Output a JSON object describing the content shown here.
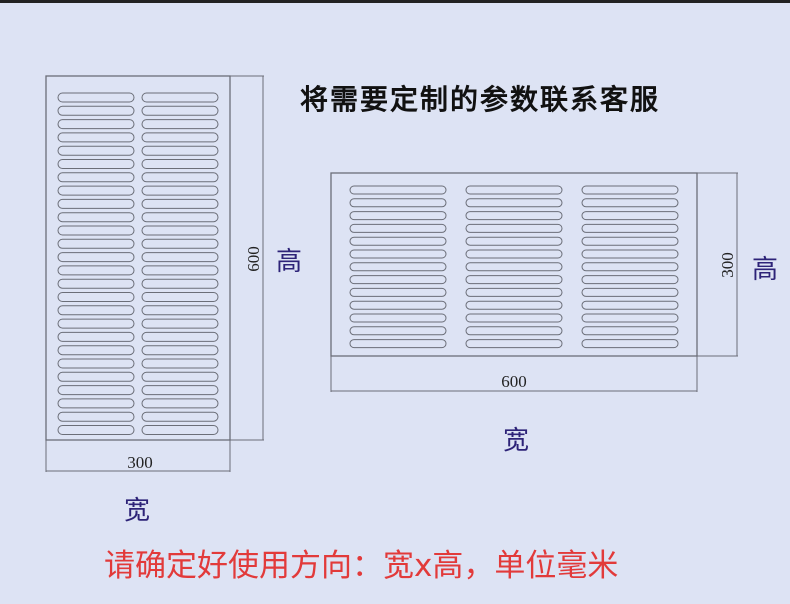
{
  "title": "将需要定制的参数联系客服",
  "note": "请确定好使用方向：宽x高，单位毫米",
  "vertical_panel": {
    "height_value": "600",
    "height_label": "高",
    "width_value": "300",
    "width_label": "宽",
    "slot_columns": 2,
    "slot_rows": 26
  },
  "horizontal_panel": {
    "height_value": "300",
    "height_label": "高",
    "width_value": "600",
    "width_label": "宽",
    "slot_columns": 3,
    "slot_rows": 13
  },
  "colors": {
    "background": "#dde3f4",
    "outline": "#6b6e78",
    "note": "#e23a3a",
    "label": "#2d2378"
  }
}
